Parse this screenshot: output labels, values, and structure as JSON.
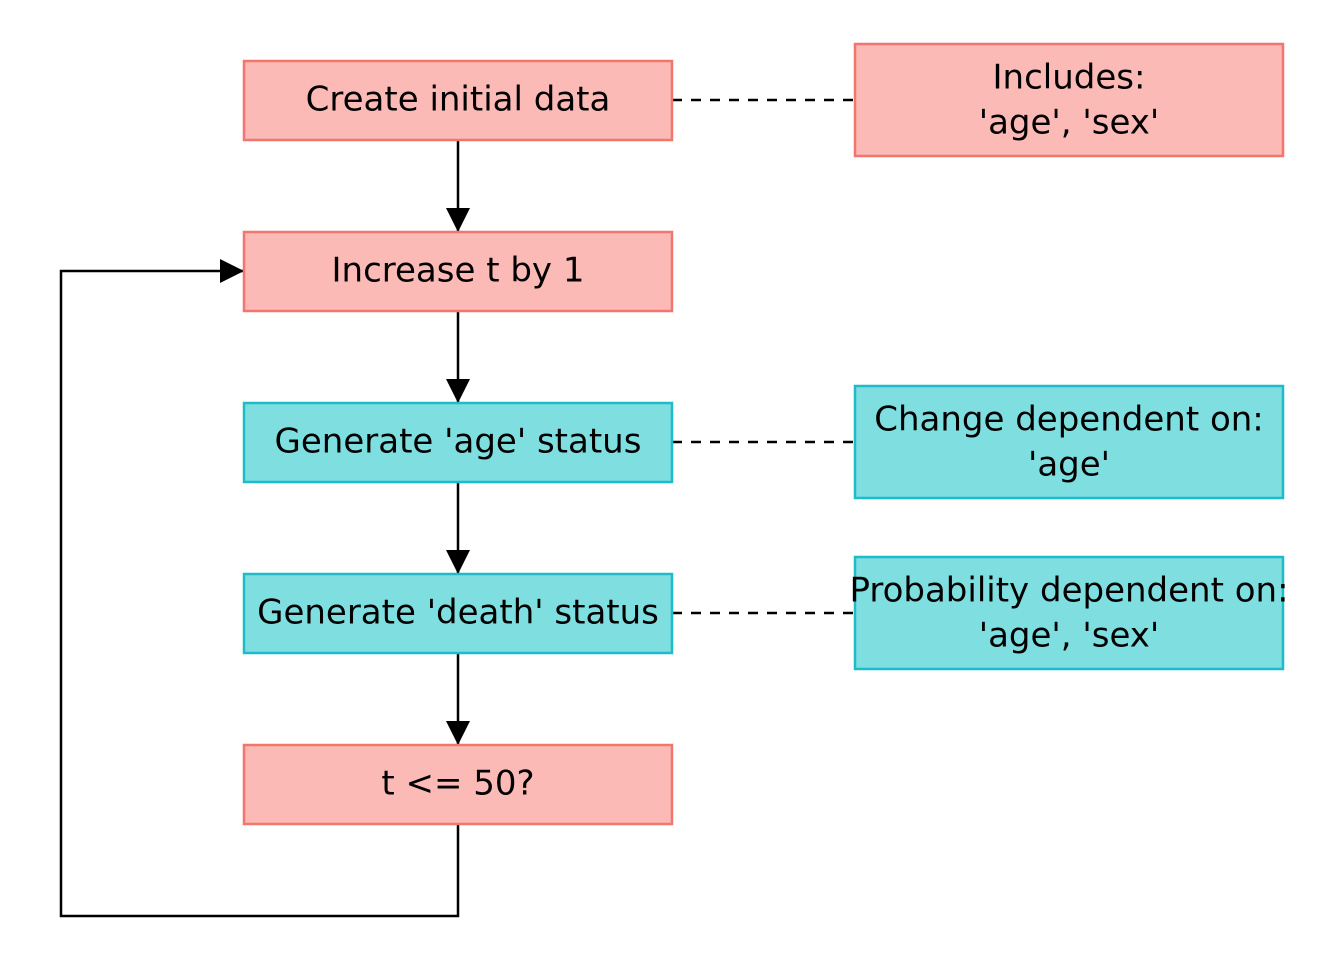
{
  "colors": {
    "salmon_fill": "#FBBAB6",
    "salmon_stroke": "#F2766E",
    "cyan_fill": "#7FDFE0",
    "cyan_stroke": "#1EBBC8",
    "line": "#000000"
  },
  "nodes": {
    "create": {
      "label": "Create initial data",
      "color": "salmon"
    },
    "increase": {
      "label": "Increase t by 1",
      "color": "salmon"
    },
    "gen_age": {
      "label": "Generate 'age' status",
      "color": "cyan"
    },
    "gen_death": {
      "label": "Generate 'death' status",
      "color": "cyan"
    },
    "check": {
      "label": "t <= 50?",
      "color": "salmon"
    }
  },
  "notes": {
    "includes": {
      "lines": [
        "Includes:",
        "'age', 'sex'"
      ],
      "color": "salmon"
    },
    "change": {
      "lines": [
        "Change dependent on:",
        "'age'"
      ],
      "color": "cyan"
    },
    "probability": {
      "lines": [
        "Probability dependent on:",
        "'age', 'sex'"
      ],
      "color": "cyan"
    }
  },
  "edges": [
    {
      "from": "create",
      "to": "increase",
      "kind": "arrow"
    },
    {
      "from": "increase",
      "to": "gen_age",
      "kind": "arrow"
    },
    {
      "from": "gen_age",
      "to": "gen_death",
      "kind": "arrow"
    },
    {
      "from": "gen_death",
      "to": "check",
      "kind": "arrow"
    },
    {
      "from": "check",
      "to": "increase",
      "kind": "loop-arrow"
    },
    {
      "from": "create",
      "to": "includes",
      "kind": "dashed"
    },
    {
      "from": "gen_age",
      "to": "change",
      "kind": "dashed"
    },
    {
      "from": "gen_death",
      "to": "probability",
      "kind": "dashed"
    }
  ]
}
